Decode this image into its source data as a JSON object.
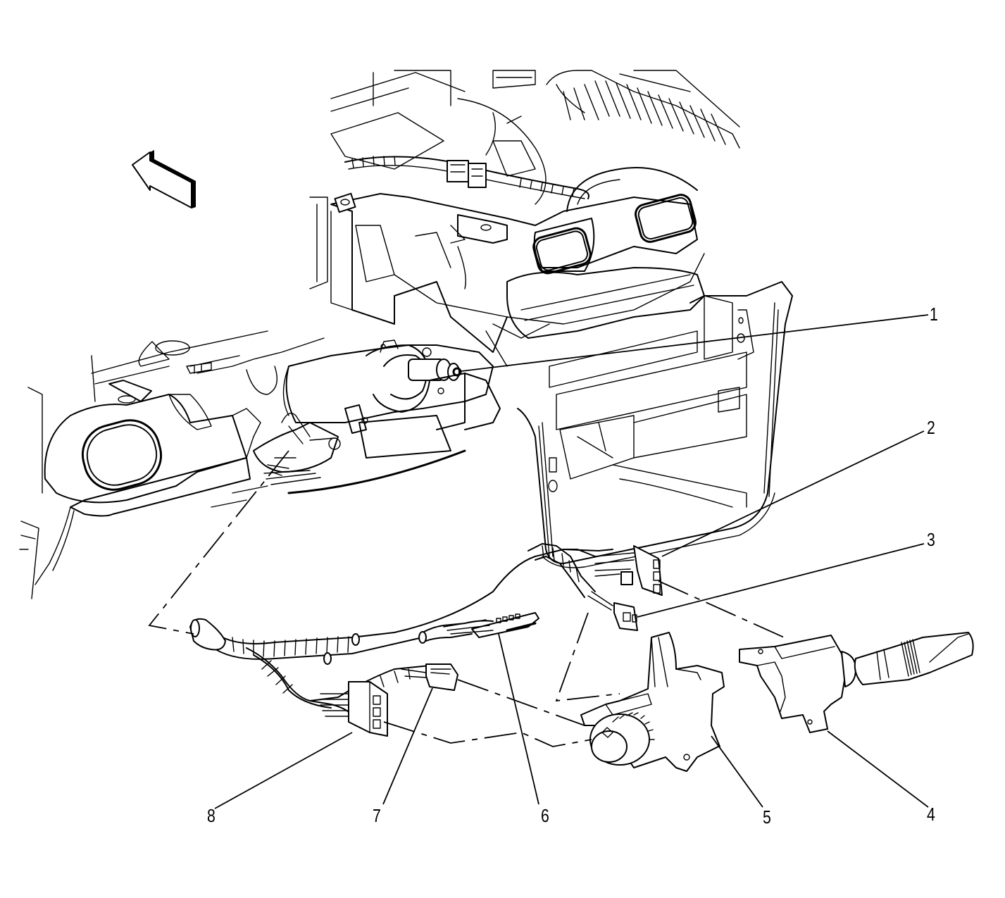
{
  "diagram": {
    "type": "exploded-view line drawing",
    "subject": "Instrument panel / steering column switch and wiring harness",
    "colors": {
      "line": "#000000",
      "background": "#ffffff"
    },
    "direction_arrow": {
      "icon": "front-direction-arrow-icon",
      "pointing": "up-left"
    },
    "callouts": [
      {
        "id": "1",
        "label": "1",
        "target": "steering column shaft"
      },
      {
        "id": "2",
        "label": "2",
        "target": "multi-pin harness connector (upper)"
      },
      {
        "id": "3",
        "label": "3",
        "target": "small harness connector"
      },
      {
        "id": "4",
        "label": "4",
        "target": "multifunction / wiper switch lever"
      },
      {
        "id": "5",
        "label": "5",
        "target": "headlamp / turn signal switch with rotary knob"
      },
      {
        "id": "6",
        "label": "6",
        "target": "inline harness connector"
      },
      {
        "id": "7",
        "label": "7",
        "target": "small 2-way connector"
      },
      {
        "id": "8",
        "label": "8",
        "target": "multi-pin harness connector (lower)"
      }
    ]
  }
}
